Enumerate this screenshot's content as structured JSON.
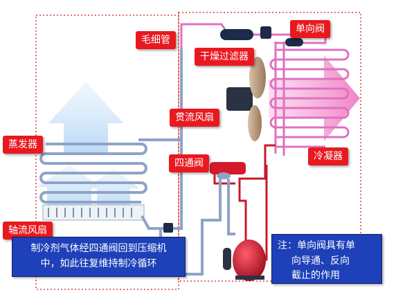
{
  "labels": {
    "capillary": "毛细管",
    "dryer_filter": "干燥过滤器",
    "check_valve": "单向阀",
    "cross_flow_fan": "贯流风扇",
    "evaporator": "蒸发器",
    "four_way_valve": "四通阀",
    "condenser": "冷凝器",
    "axial_fan": "轴流风扇"
  },
  "notes": {
    "cycle_line1": "制冷剂气体经四通阀回到压缩机",
    "cycle_line2": "中，如此往复维持制冷循环",
    "valve_line1": "注：单向阀具有单",
    "valve_line2": "向导通、反向",
    "valve_line3": "截止的作用"
  },
  "colors": {
    "label_red": "#e8191f",
    "note_blue": "#1e40b8",
    "hot_pipe": "#c8182a",
    "coil_pink": "#e070c0",
    "cold_pipe": "#8ea3c7",
    "dotted_frame": "#e03a3a"
  }
}
